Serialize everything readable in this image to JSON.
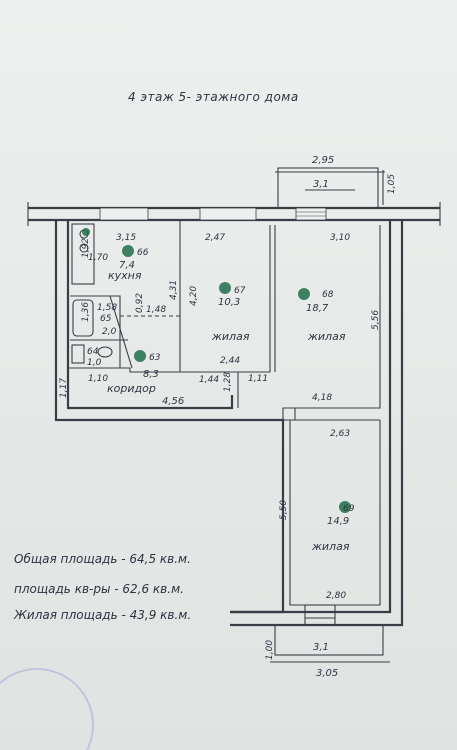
{
  "header": "4 этаж 5- этажного дома",
  "summary": {
    "total": "Общая площадь - 64,5 кв.м.",
    "apartment": "площадь кв-ры - 62,6 кв.м.",
    "living": "Жилая площадь  - 43,9 кв.м."
  },
  "rooms": {
    "kitchen": {
      "name": "кухня",
      "area": "7,4",
      "mark": "66"
    },
    "living1": {
      "name": "жилая",
      "area": "10,3",
      "mark": "67"
    },
    "living2": {
      "name": "жилая",
      "area": "18,7",
      "mark": "68"
    },
    "living3": {
      "name": "жилая",
      "area": "14,9",
      "mark": "69"
    },
    "corridor": {
      "name": "коридор",
      "area": "8,3",
      "mark": "63"
    },
    "bath": {
      "area": "1,58",
      "mark": "65",
      "dim": "1,36"
    },
    "wc": {
      "area": "1,0",
      "mark": "64"
    }
  },
  "dims": {
    "balcony_top_width": "2,95",
    "balcony_top_inner": "3,1",
    "balcony_top_depth": "1,05",
    "kitchen_w": "3,15",
    "living1_w": "2,47",
    "living2_w": "3,10",
    "kitchen_small_1": "1,92",
    "kitchen_small_2": "1,70",
    "kitchen_h": "4,31",
    "living1_h": "4,20",
    "living2_h": "5,56",
    "hall_092": "0,92",
    "hall_148": "1,48",
    "bath_20": "2,0",
    "living1_bottom": "2,44",
    "corr_144": "1,44",
    "corr_128": "1,28",
    "corr_111": "1,11",
    "corr_110": "1,10",
    "corr_117": "1,17",
    "corridor_len": "4,56",
    "living2_bottom": "4,18",
    "living3_top": "2,63",
    "living3_h": "5,50",
    "living3_bottom": "2,80",
    "balcony_bot_inner": "3,1",
    "balcony_bot_depth": "1,00",
    "balcony_bot_width": "3,05"
  }
}
